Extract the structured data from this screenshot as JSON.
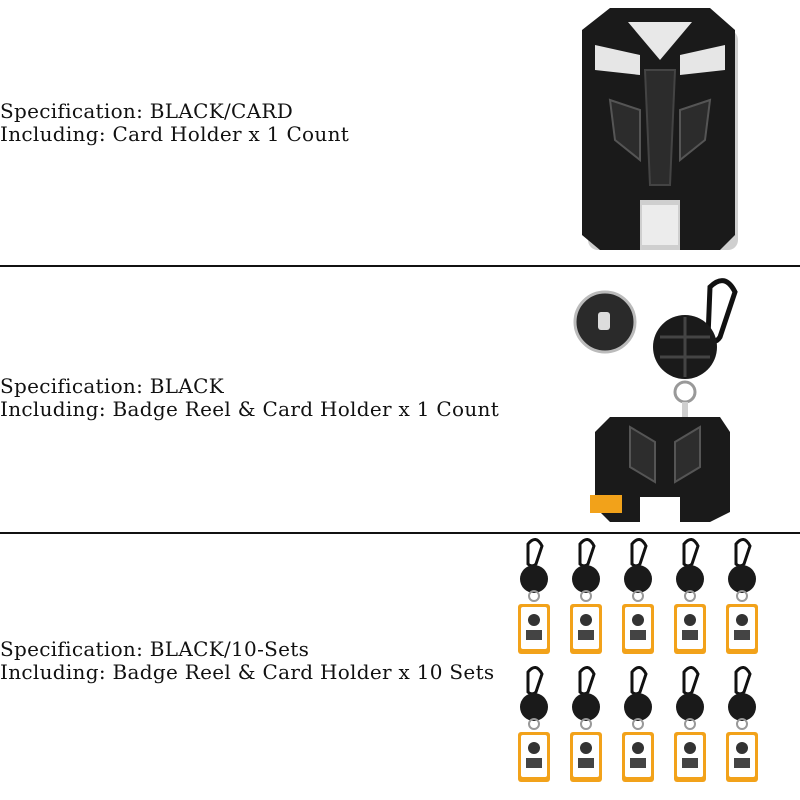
{
  "rows": [
    {
      "specification": "Specification: BLACK/CARD",
      "including": "Including: Card Holder x 1 Count",
      "product_icon": "card-holder-icon"
    },
    {
      "specification": "Specification: BLACK",
      "including": "Including: Badge Reel & Card Holder x 1 Count",
      "product_icon": "badge-reel-with-card-holder-icon"
    },
    {
      "specification": "Specification: BLACK/10-Sets",
      "including": "Including: Badge Reel & Card Holder x 10 Sets",
      "product_icon": "badge-reel-set-icon",
      "set_count": 10
    }
  ],
  "colors": {
    "product_black": "#1a1a1a",
    "accent_orange": "#f2a21a",
    "divider": "#111111"
  }
}
